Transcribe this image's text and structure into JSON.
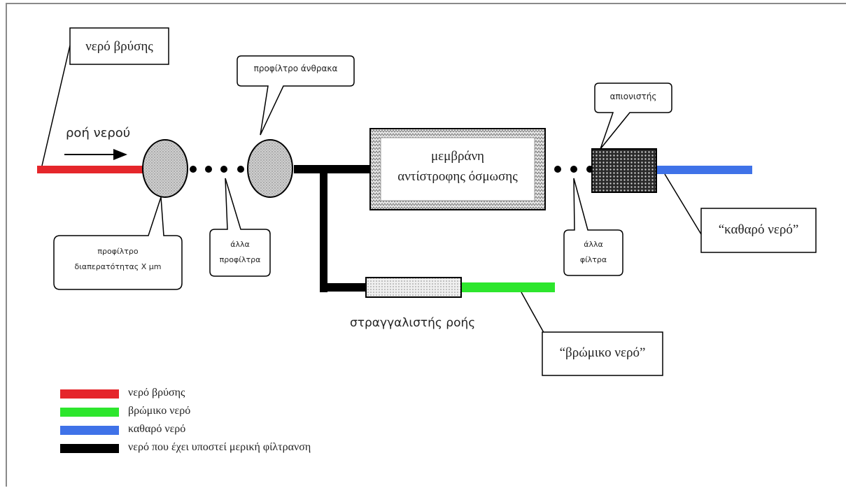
{
  "labels": {
    "tap_water_box": "νερό βρύσης",
    "flow": "ροή νερού",
    "carbon_prefilter": "προφίλτρο άνθρακα",
    "deionizer": "απιονιστής",
    "membrane_line1": "μεμβράνη",
    "membrane_line2": "αντίστροφης όσμωσης",
    "clean_water_box": "“καθαρό νερό”",
    "prefilter_line1": "προφίλτρο",
    "prefilter_line2": "διαπερατότητας Χ μm",
    "other_prefilters_line1": "άλλα",
    "other_prefilters_line2": "προφίλτρα",
    "other_filters_line1": "άλλα",
    "other_filters_line2": "φίλτρα",
    "flow_restrictor": "στραγγαλιστής ροής",
    "dirty_water_box": "“βρώμικο νερό”"
  },
  "legend": [
    {
      "color": "#e5262b",
      "label": "νερό βρύσης"
    },
    {
      "color": "#2de62d",
      "label": "βρώμικο νερό"
    },
    {
      "color": "#3f72e8",
      "label": "καθαρό νερό"
    },
    {
      "color": "#000000",
      "label": "νερό που έχει υποστεί μερική φίλτρανση"
    }
  ],
  "colors": {
    "tap": "#e5262b",
    "dirty": "#2de62d",
    "clean": "#3f72e8",
    "partial": "#000000"
  }
}
